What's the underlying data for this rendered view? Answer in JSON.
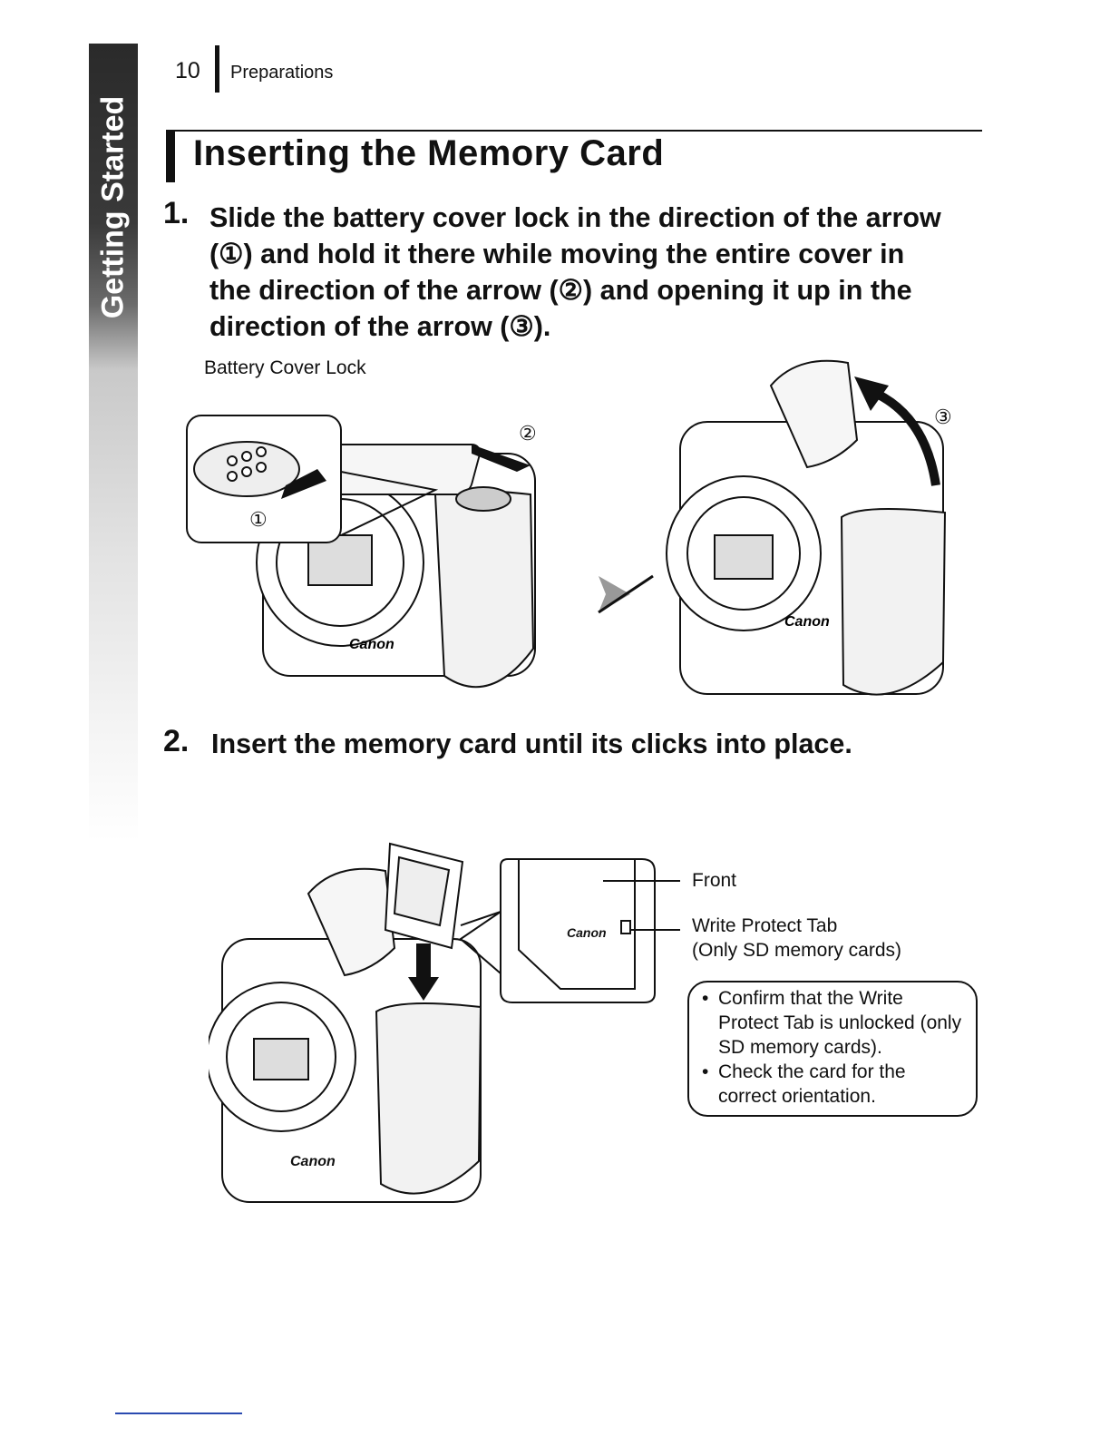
{
  "side_tab": {
    "label": "Getting Started"
  },
  "header": {
    "page_number": "10",
    "section": "Preparations"
  },
  "title": "Inserting the Memory Card",
  "steps": [
    {
      "number": "1.",
      "lines": [
        "Slide the battery cover lock in the direction of the arrow",
        "(①) and hold it there while moving the entire cover in",
        "the direction of the arrow (②) and opening it up in the",
        "direction of the arrow (③)."
      ]
    },
    {
      "number": "2.",
      "lines": [
        "Insert the memory card until its clicks into place."
      ]
    }
  ],
  "figure1": {
    "callout": "Battery Cover Lock",
    "markers": [
      "①",
      "②",
      "③"
    ],
    "brand_mark": "Canon"
  },
  "figure2": {
    "labels": {
      "front": "Front",
      "write_protect_tab": "Write Protect Tab",
      "write_protect_note": "(Only SD memory cards)"
    },
    "card_logo": "Canon"
  },
  "notice": {
    "items": [
      "Confirm that the Write Protect Tab is unlocked (only SD memory cards).",
      "Check the card for the correct orientation."
    ]
  }
}
